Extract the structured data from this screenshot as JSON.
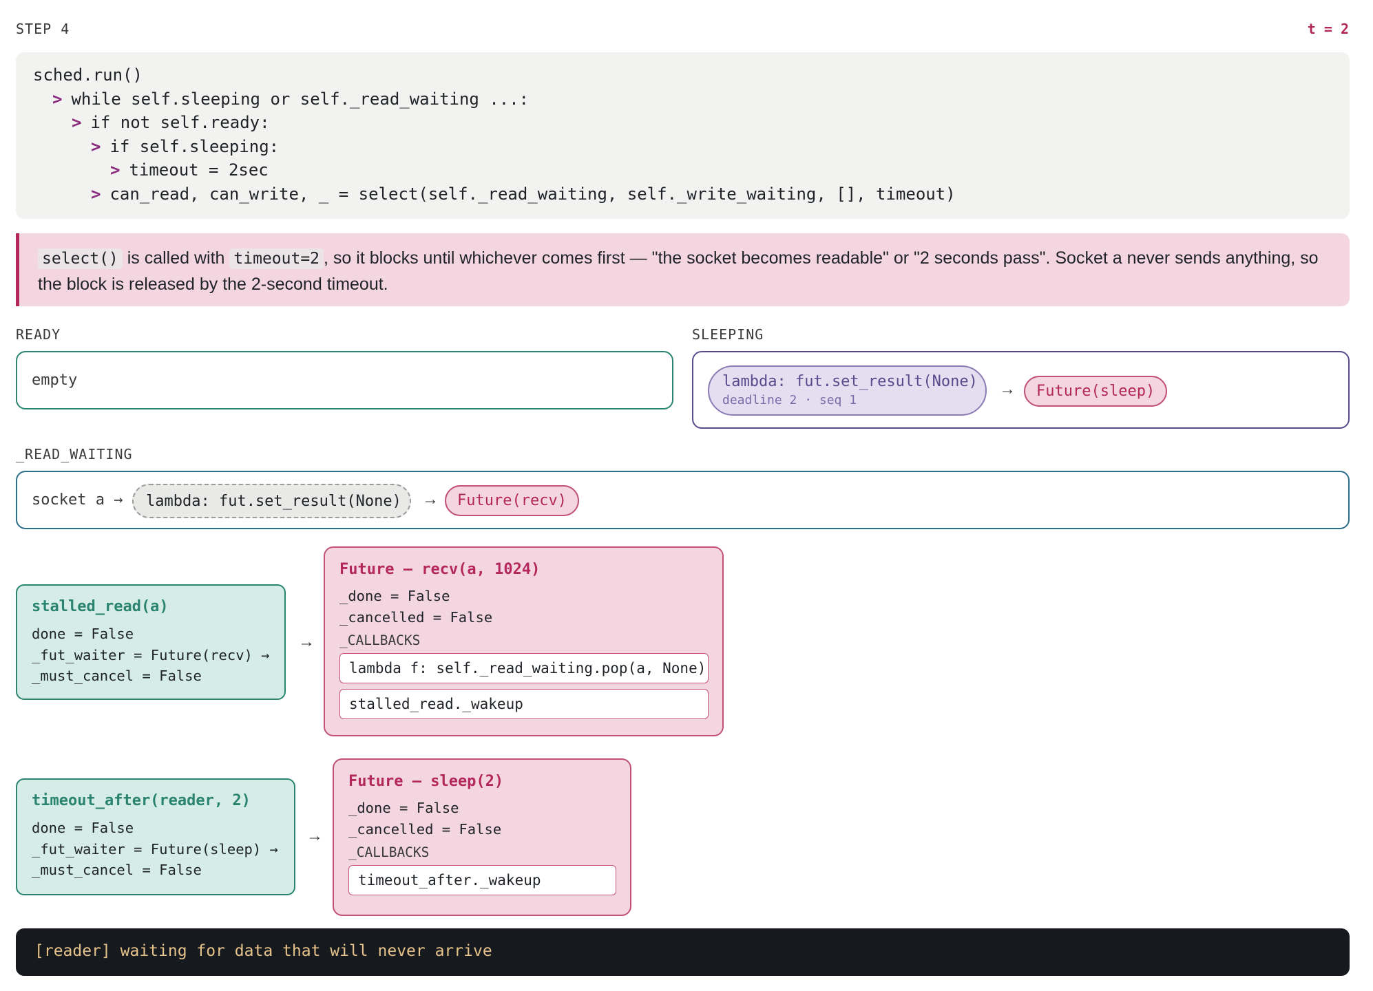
{
  "header": {
    "step": "STEP 4",
    "time": "t = 2"
  },
  "code": {
    "lines": [
      {
        "text": "sched.run()"
      },
      {
        "caret": ">",
        "text": "while self.sleeping or self._read_waiting ...:"
      },
      {
        "caret": ">",
        "text": "if not self.ready:"
      },
      {
        "caret": ">",
        "text": "if self.sleeping:"
      },
      {
        "caret": ">",
        "text": "timeout = 2sec"
      },
      {
        "caret": ">",
        "text": "can_read, can_write, _ = select(self._read_waiting, self._write_waiting, [], timeout)"
      }
    ]
  },
  "note": {
    "code1": "select()",
    "t1": " is called with ",
    "code2": "timeout=2",
    "t2": ", so it blocks until whichever comes first — \"the socket becomes readable\" or \"2 seconds pass\". Socket a never sends anything, so the block is released by the 2-second timeout."
  },
  "ready": {
    "title": "READY",
    "empty": "empty"
  },
  "sleeping": {
    "title": "SLEEPING",
    "item_main": "lambda: fut.set_result(None)",
    "item_sub": "deadline 2 · seq 1",
    "arrow": "→",
    "future": "Future(sleep)"
  },
  "read_waiting": {
    "title": "_READ_WAITING",
    "socket": "socket a →",
    "callback": "lambda: fut.set_result(None)",
    "arrow": "→",
    "future": "Future(recv)"
  },
  "task1": {
    "title": "stalled_read(a)",
    "fields": [
      "done = False",
      "_fut_waiter = Future(recv) →",
      "_must_cancel = False"
    ],
    "arrow": "→"
  },
  "future1": {
    "title": "Future — recv(a, 1024)",
    "fields": [
      "_done = False",
      "_cancelled = False"
    ],
    "callbacks_label": "_CALLBACKS",
    "callbacks": [
      "lambda f: self._read_waiting.pop(a, None)",
      "stalled_read._wakeup"
    ]
  },
  "task2": {
    "title": "timeout_after(reader, 2)",
    "fields": [
      "done = False",
      "_fut_waiter = Future(sleep) →",
      "_must_cancel = False"
    ],
    "arrow": "→"
  },
  "future2": {
    "title": "Future — sleep(2)",
    "fields": [
      "_done = False",
      "_cancelled = False"
    ],
    "callbacks_label": "_CALLBACKS",
    "callbacks": [
      "timeout_after._wakeup"
    ]
  },
  "log": {
    "text": "[reader] waiting for data that will never arrive"
  }
}
